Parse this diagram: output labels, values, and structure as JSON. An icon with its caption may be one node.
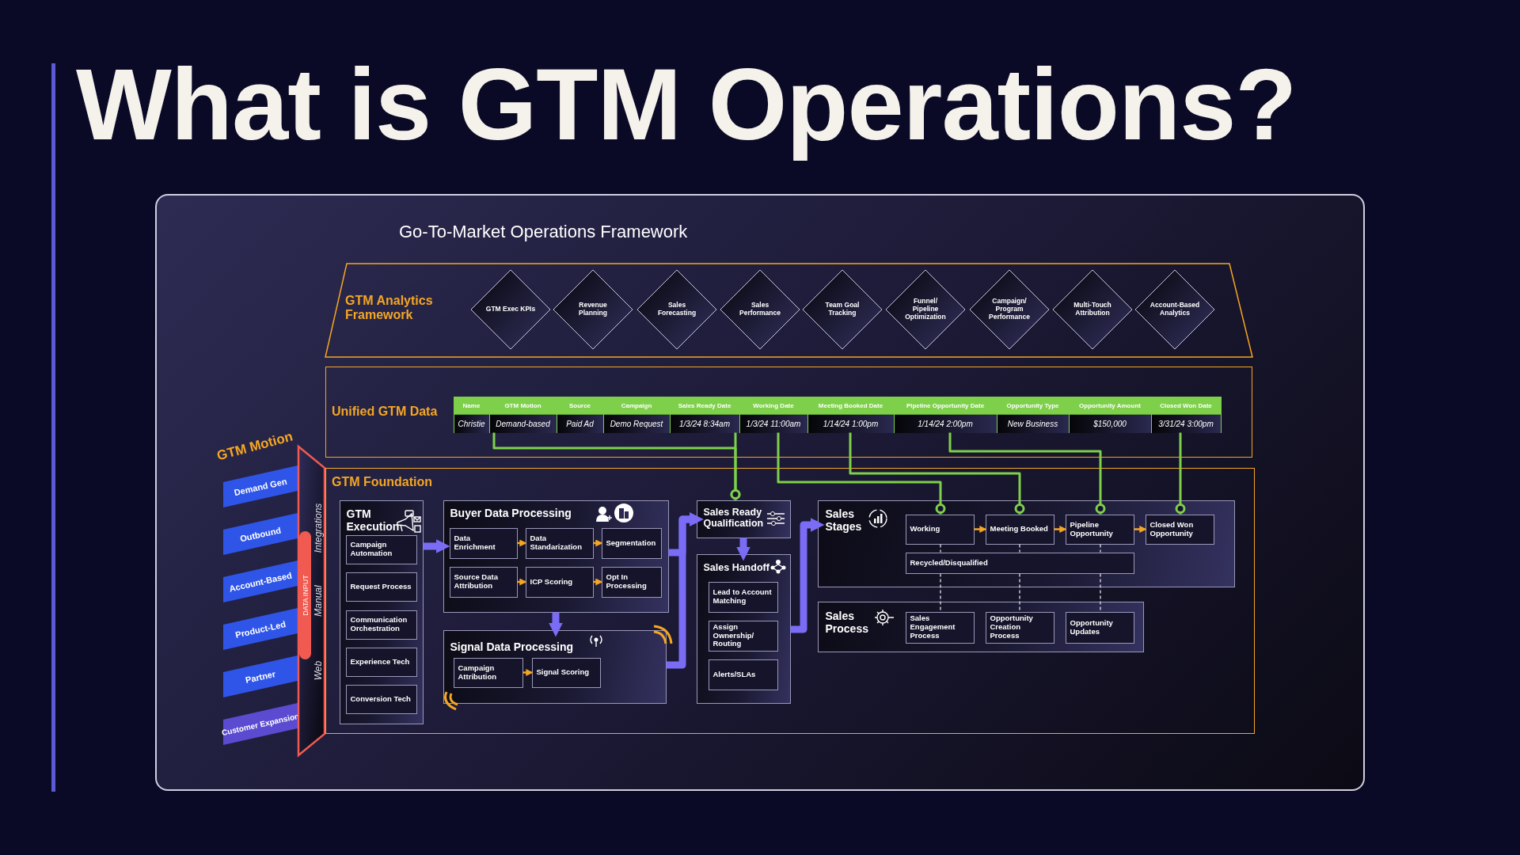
{
  "diagram": {
    "title": "What is GTM Operations?",
    "nodes": [
      {
        "text": [
          "Go-To-Market Operations Framework"
        ]
      },
      {
        "text": [
          "GTM Analytics Framework"
        ],
        "in": 0
      },
      {
        "text": [
          "GTM Exec KPIs"
        ],
        "in": 1
      },
      {
        "text": [
          "Revenue Planning"
        ],
        "in": 1
      },
      {
        "text": [
          "Sales Forecasting"
        ],
        "in": 1
      },
      {
        "text": [
          "Sales Performance"
        ],
        "in": 1
      },
      {
        "text": [
          "Team Goal Tracking"
        ],
        "in": 1
      },
      {
        "text": [
          "Funnel/ Pipeline Optimization"
        ],
        "in": 1
      },
      {
        "text": [
          "Campaign/ Program Performance"
        ],
        "in": 1
      },
      {
        "text": [
          "Multi-Touch Attribution"
        ],
        "in": 1
      },
      {
        "text": [
          "Account-Based Analytics"
        ],
        "in": 1
      },
      {
        "text": [
          "Unified GTM Data"
        ],
        "in": 0
      },
      {
        "text": [
          "Name",
          "Christie"
        ],
        "in": 11
      },
      {
        "text": [
          "GTM Motion",
          "Demand-based"
        ],
        "in": 11
      },
      {
        "text": [
          "Source",
          "Paid Ad"
        ],
        "in": 11
      },
      {
        "text": [
          "Campaign",
          "Demo Request"
        ],
        "in": 11
      },
      {
        "text": [
          "Sales Ready Date",
          "1/3/24 8:34am"
        ],
        "in": 11
      },
      {
        "text": [
          "Working Date",
          "1/3/24 11:00am"
        ],
        "in": 11
      },
      {
        "text": [
          "Meeting Booked Date",
          "1/14/24 1:00pm"
        ],
        "in": 11
      },
      {
        "text": [
          "Pipeline Opportunity Date",
          "1/14/24 2:00pm"
        ],
        "in": 11
      },
      {
        "text": [
          "Opportunity Type",
          "New Business"
        ],
        "in": 11
      },
      {
        "text": [
          "Opportunity Amount",
          "$150,000"
        ],
        "in": 11
      },
      {
        "text": [
          "Closed Won Date",
          "3/31/24 3:00pm"
        ],
        "in": 11
      },
      {
        "text": [
          "Demand Gen"
        ],
        "in": 0
      },
      {
        "text": [
          "Outbound"
        ],
        "in": 0
      },
      {
        "text": [
          "Account-Based"
        ],
        "in": 0
      },
      {
        "text": [
          "Product-Led"
        ],
        "in": 0
      },
      {
        "text": [
          "Partner"
        ],
        "in": 0
      },
      {
        "text": [
          "Customer Expansion"
        ],
        "in": 0
      },
      {
        "text": [
          "Integrations",
          "Manual",
          "Web"
        ],
        "in": 0
      },
      {
        "text": [
          "DATA INPUT"
        ],
        "in": 29
      },
      {
        "text": [
          "GTM Foundation"
        ],
        "in": 0
      },
      {
        "text": [
          "GTM Execution"
        ],
        "in": 31
      },
      {
        "text": [
          "Campaign Automation"
        ],
        "in": 32
      },
      {
        "text": [
          "Request Process"
        ],
        "in": 32
      },
      {
        "text": [
          "Communication Orchestration"
        ],
        "in": 32
      },
      {
        "text": [
          "Experience Tech"
        ],
        "in": 32
      },
      {
        "text": [
          "Conversion Tech"
        ],
        "in": 32
      },
      {
        "text": [
          "Buyer Data Processing"
        ],
        "in": 31
      },
      {
        "text": [
          "Data Enrichment"
        ],
        "in": 38
      },
      {
        "text": [
          "Data Standarization"
        ],
        "in": 38
      },
      {
        "text": [
          "Segmentation"
        ],
        "in": 38
      },
      {
        "text": [
          "Source Data Attribution"
        ],
        "in": 38
      },
      {
        "text": [
          "ICP Scoring"
        ],
        "in": 38
      },
      {
        "text": [
          "Opt In Processing"
        ],
        "in": 38
      },
      {
        "text": [
          "Signal Data Processing"
        ],
        "in": 31
      },
      {
        "text": [
          "Campaign Attribution"
        ],
        "in": 45
      },
      {
        "text": [
          "Signal Scoring"
        ],
        "in": 45
      },
      {
        "text": [
          "Sales Ready Qualification"
        ],
        "in": 31
      },
      {
        "text": [
          "Sales Handoff"
        ],
        "in": 31
      },
      {
        "text": [
          "Lead to Account Matching"
        ],
        "in": 49
      },
      {
        "text": [
          "Assign Ownership/ Routing"
        ],
        "in": 49
      },
      {
        "text": [
          "Alerts/SLAs"
        ],
        "in": 49
      },
      {
        "text": [
          "Sales Stages"
        ],
        "in": 31
      },
      {
        "text": [
          "Working"
        ],
        "in": 53
      },
      {
        "text": [
          "Meeting Booked"
        ],
        "in": 53
      },
      {
        "text": [
          "Pipeline Opportunity"
        ],
        "in": 53
      },
      {
        "text": [
          "Closed Won Opportunity"
        ],
        "in": 53
      },
      {
        "text": [
          "Recycled/Disqualified"
        ],
        "in": 53
      },
      {
        "text": [
          "Sales Process"
        ],
        "in": 31
      },
      {
        "text": [
          "Sales Engagement Process"
        ],
        "in": 59
      },
      {
        "text": [
          "Opportunity Creation Process"
        ],
        "in": 59
      },
      {
        "text": [
          "Opportunity Updates"
        ],
        "in": 59
      }
    ],
    "edges": [
      {
        "from": 13,
        "to": 48,
        "arrow": "other",
        "color": "#7ed04b"
      },
      {
        "from": 16,
        "to": 48,
        "arrow": "other",
        "color": "#7ed04b"
      },
      {
        "from": 17,
        "to": 54,
        "arrow": "other",
        "color": "#7ed04b"
      },
      {
        "from": 18,
        "to": 55,
        "arrow": "other",
        "color": "#7ed04b"
      },
      {
        "from": 19,
        "to": 56,
        "arrow": "other",
        "color": "#7ed04b"
      },
      {
        "from": 22,
        "to": 57,
        "arrow": "other",
        "color": "#7ed04b"
      },
      {
        "from": 32,
        "to": 38,
        "arrow": "to",
        "style": "thick",
        "color": "#7b6cf6"
      },
      {
        "from": 38,
        "to": 45,
        "arrow": "to",
        "style": "thick",
        "color": "#7b6cf6"
      },
      {
        "from": 38,
        "to": 48,
        "arrow": "to",
        "style": "thick",
        "color": "#7b6cf6"
      },
      {
        "from": 45,
        "to": 48,
        "arrow": "to",
        "style": "thick",
        "color": "#7b6cf6"
      },
      {
        "from": 48,
        "to": 49,
        "arrow": "to",
        "style": "thick",
        "color": "#7b6cf6"
      },
      {
        "from": 49,
        "to": 53,
        "arrow": "to",
        "style": "thick",
        "color": "#7b6cf6"
      },
      {
        "from": 39,
        "to": 40,
        "arrow": "to"
      },
      {
        "from": 40,
        "to": 41,
        "arrow": "to"
      },
      {
        "from": 42,
        "to": 43,
        "arrow": "to"
      },
      {
        "from": 43,
        "to": 44,
        "arrow": "to"
      },
      {
        "from": 46,
        "to": 47,
        "arrow": "to"
      },
      {
        "from": 54,
        "to": 55,
        "arrow": "to"
      },
      {
        "from": 55,
        "to": 56,
        "arrow": "to"
      },
      {
        "from": 56,
        "to": 57,
        "arrow": "to"
      },
      {
        "from": 54,
        "to": 58,
        "arrow": "none",
        "style": "dashed",
        "color": "#c8c8d8"
      },
      {
        "from": 58,
        "to": 60,
        "arrow": "none",
        "style": "dashed",
        "color": "#c8c8d8"
      },
      {
        "from": 55,
        "to": 58,
        "arrow": "none",
        "style": "dashed",
        "color": "#c8c8d8"
      },
      {
        "from": 58,
        "to": 61,
        "arrow": "none",
        "style": "dashed",
        "color": "#c8c8d8"
      },
      {
        "from": 56,
        "to": 58,
        "arrow": "none",
        "style": "dashed",
        "color": "#c8c8d8"
      },
      {
        "from": 58,
        "to": 62,
        "arrow": "none",
        "style": "dashed",
        "color": "#c8c8d8"
      }
    ],
    "labels": [
      "GTM Motion"
    ]
  }
}
